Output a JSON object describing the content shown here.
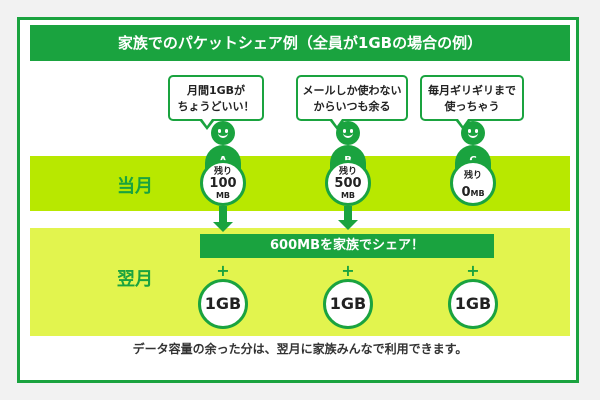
{
  "title": "家族でのパケットシェア例（全員が1GBの場合の例）",
  "months": {
    "current": "当月",
    "next": "翌月"
  },
  "members": [
    {
      "badge": "A",
      "bubble": [
        "月間1GBが",
        "ちょうどいい！"
      ],
      "remain_label": "残り",
      "remain_value": "100",
      "remain_unit": "MB",
      "next_month": "1GB"
    },
    {
      "badge": "B",
      "bubble": [
        "メールしか使わない",
        "からいつも余る"
      ],
      "remain_label": "残り",
      "remain_value": "500",
      "remain_unit": "MB",
      "next_month": "1GB"
    },
    {
      "badge": "C",
      "bubble": [
        "毎月ギリギリまで",
        "使っちゃう"
      ],
      "remain_label": "残り",
      "remain_value": "0",
      "remain_unit": "MB",
      "next_month": "1GB"
    }
  ],
  "share_banner": "600MBを家族でシェア！",
  "plus_symbol": "+",
  "footer": "データ容量の余った分は、翌月に家族みんなで利用できます。",
  "colors": {
    "green": "#1aa33f",
    "lime": "#b8e800",
    "light_lime": "#e2f44e"
  }
}
